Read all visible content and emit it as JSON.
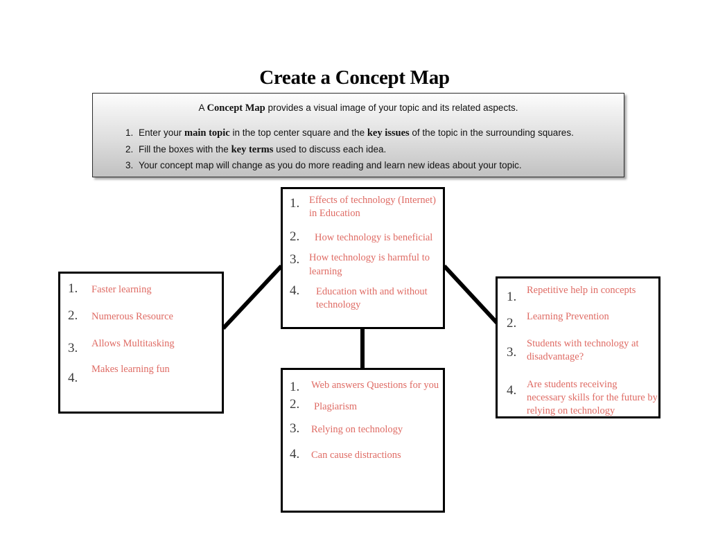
{
  "title": "Create a Concept Map",
  "instructions": {
    "lead_pre": "A ",
    "lead_bold": "Concept Map",
    "lead_post": " provides a visual image of your topic and its related aspects.",
    "steps": [
      {
        "num": "1.",
        "pre": "Enter your ",
        "bold1": "main topic",
        "mid": " in the top center square and the ",
        "bold2": "key issues",
        "post": " of the topic in the surrounding squares."
      },
      {
        "num": "2.",
        "pre": "Fill the boxes with the ",
        "bold1": "key terms",
        "mid": "",
        "bold2": "",
        "post": " used to discuss each idea."
      },
      {
        "num": "3.",
        "pre": "Your concept map will change as you do more reading and learn new ideas about your topic.",
        "bold1": "",
        "mid": "",
        "bold2": "",
        "post": ""
      }
    ]
  },
  "colors": {
    "entry_text": "#df6b64",
    "number": "#3b3b3b",
    "box_border": "#000000",
    "panel_border": "#2a2a2a",
    "connector": "#000000"
  },
  "boxes": {
    "center": {
      "label": "main-topic-box",
      "items": [
        {
          "num": "1.",
          "text": "Effects of technology (Internet) in Education"
        },
        {
          "num": "2.",
          "text": "How technology is beneficial"
        },
        {
          "num": "3.",
          "text": "How technology is harmful to learning"
        },
        {
          "num": "4.",
          "text": "Education with and without technology"
        }
      ]
    },
    "left": {
      "label": "benefits-box",
      "items": [
        {
          "num": "1.",
          "text": "Faster learning"
        },
        {
          "num": "2.",
          "text": "Numerous Resource"
        },
        {
          "num": "3.",
          "text": "Allows Multitasking"
        },
        {
          "num": "4.",
          "text": "Makes learning fun"
        }
      ]
    },
    "right": {
      "label": "questions-box",
      "items": [
        {
          "num": "1.",
          "text": "Repetitive help in concepts"
        },
        {
          "num": "2.",
          "text": "Learning Prevention"
        },
        {
          "num": "3.",
          "text": "Students with technology at disadvantage?"
        },
        {
          "num": "4.",
          "text": "Are students receiving necessary skills for the future by relying on technology"
        }
      ]
    },
    "bottom": {
      "label": "harms-box",
      "items": [
        {
          "num": "1.",
          "text": "Web answers Questions for you"
        },
        {
          "num": "2.",
          "text": "Plagiarism"
        },
        {
          "num": "3.",
          "text": "Relying on technology"
        },
        {
          "num": "4.",
          "text": "Can cause distractions"
        }
      ]
    }
  }
}
